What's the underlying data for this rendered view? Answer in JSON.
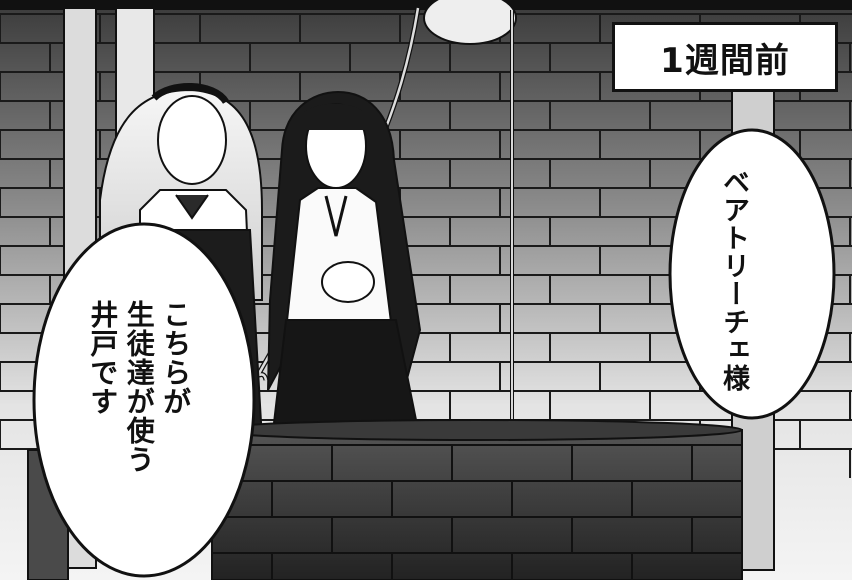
{
  "caption": {
    "text": "1週間前"
  },
  "bubbles": [
    {
      "id": "right",
      "text": "ベアトリーチェ様"
    },
    {
      "id": "left",
      "text": "こちらが\n生徒達が使う\n井戸です"
    }
  ],
  "colors": {
    "ink": "#111111",
    "paper": "#ffffff",
    "dress": "#1a1a1a",
    "wall_light": "#e9e9e9",
    "wall_dark": "#2a2a2a"
  }
}
